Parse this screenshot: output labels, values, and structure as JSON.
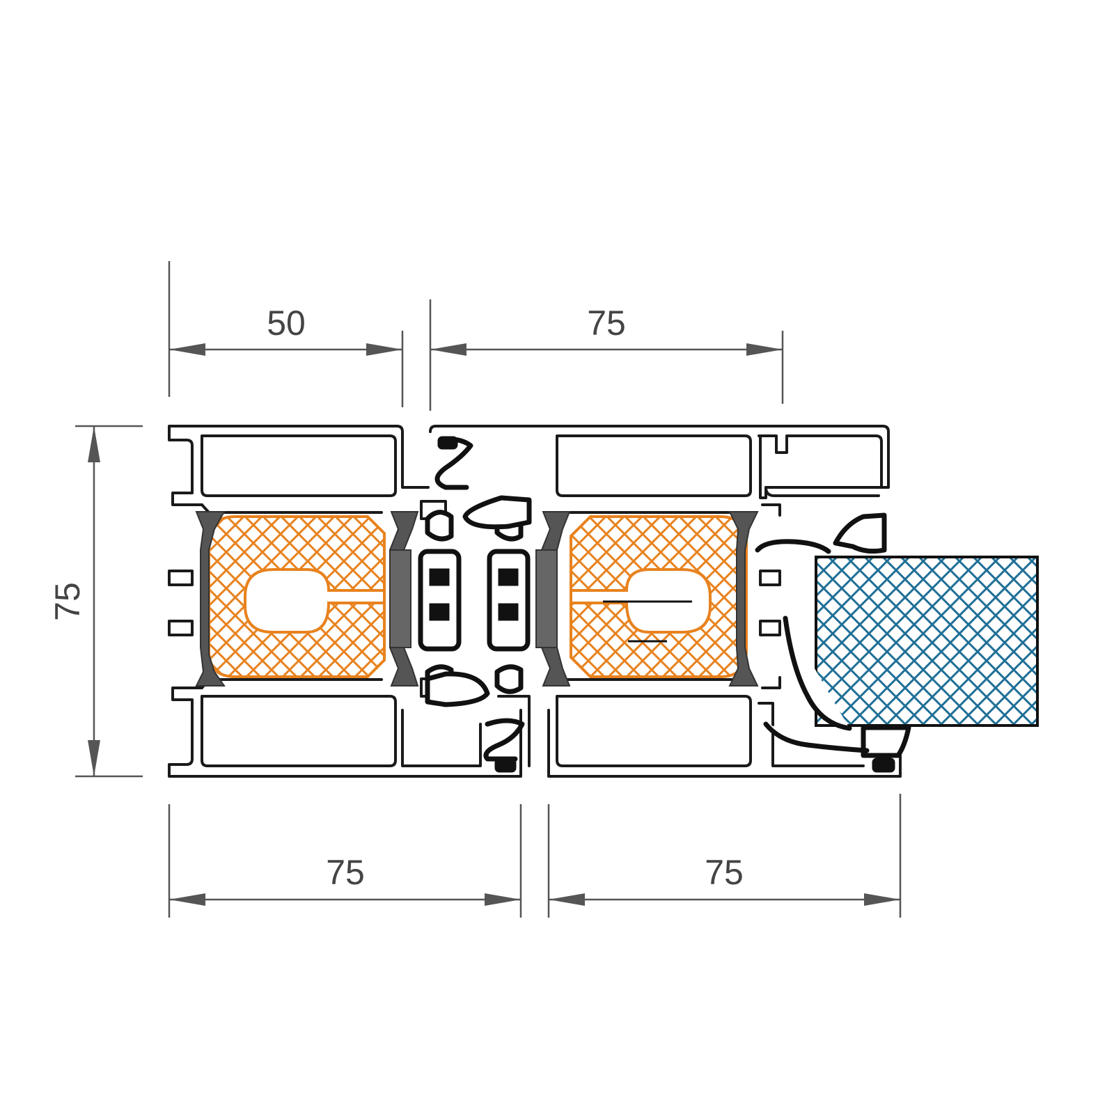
{
  "dimensions": {
    "top_left": "50",
    "top_right": "75",
    "left_height": "75",
    "bottom_left": "75",
    "bottom_right": "75"
  },
  "colors": {
    "insulation": "#e8821e",
    "glazing": "#1f6f96",
    "profile": "#1a1a1a",
    "dimension": "#555555",
    "clip": "#555555"
  }
}
